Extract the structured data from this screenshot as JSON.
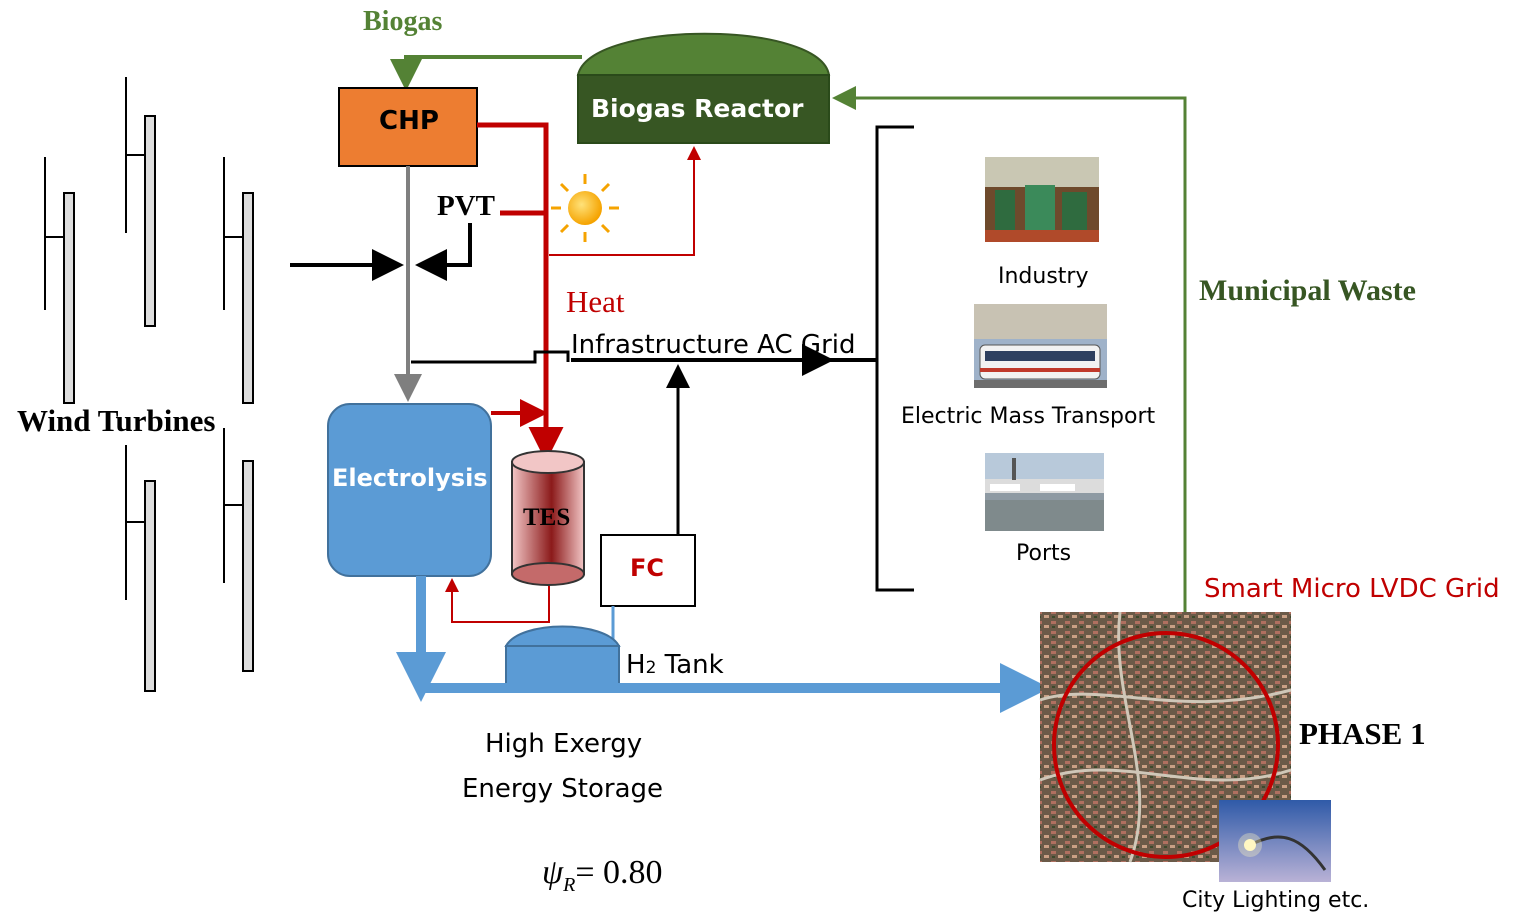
{
  "labels": {
    "biogas": "Biogas",
    "biogas_reactor": "Biogas Reactor",
    "chp": "CHP",
    "pvt": "PVT",
    "heat": "Heat",
    "infrastructure_ac_grid": "Infrastructure AC Grid",
    "wind_turbines": "Wind Turbines",
    "electrolysis": "Electrolysis",
    "tes": "TES",
    "fc": "FC",
    "h2_tank_prefix": "H",
    "h2_tank_sub": "2",
    "h2_tank_suffix": " Tank",
    "storage_line1": "High Exergy",
    "storage_line2": "Energy Storage",
    "psi_symbol": "ψ",
    "psi_sub": "R",
    "psi_value": "= 0.80",
    "municipal_waste": "Municipal Waste",
    "smart_grid": "Smart Micro LVDC Grid",
    "phase": "PHASE 1",
    "city_lighting": "City Lighting etc.",
    "industry": "Industry",
    "transport": "Electric Mass Transport",
    "ports": "Ports"
  },
  "colors": {
    "green": "#548235",
    "dark_green": "#375623",
    "red": "#c00000",
    "orange": "#ed7d31",
    "blue": "#5b9bd5",
    "grey": "#7f7f7f"
  }
}
